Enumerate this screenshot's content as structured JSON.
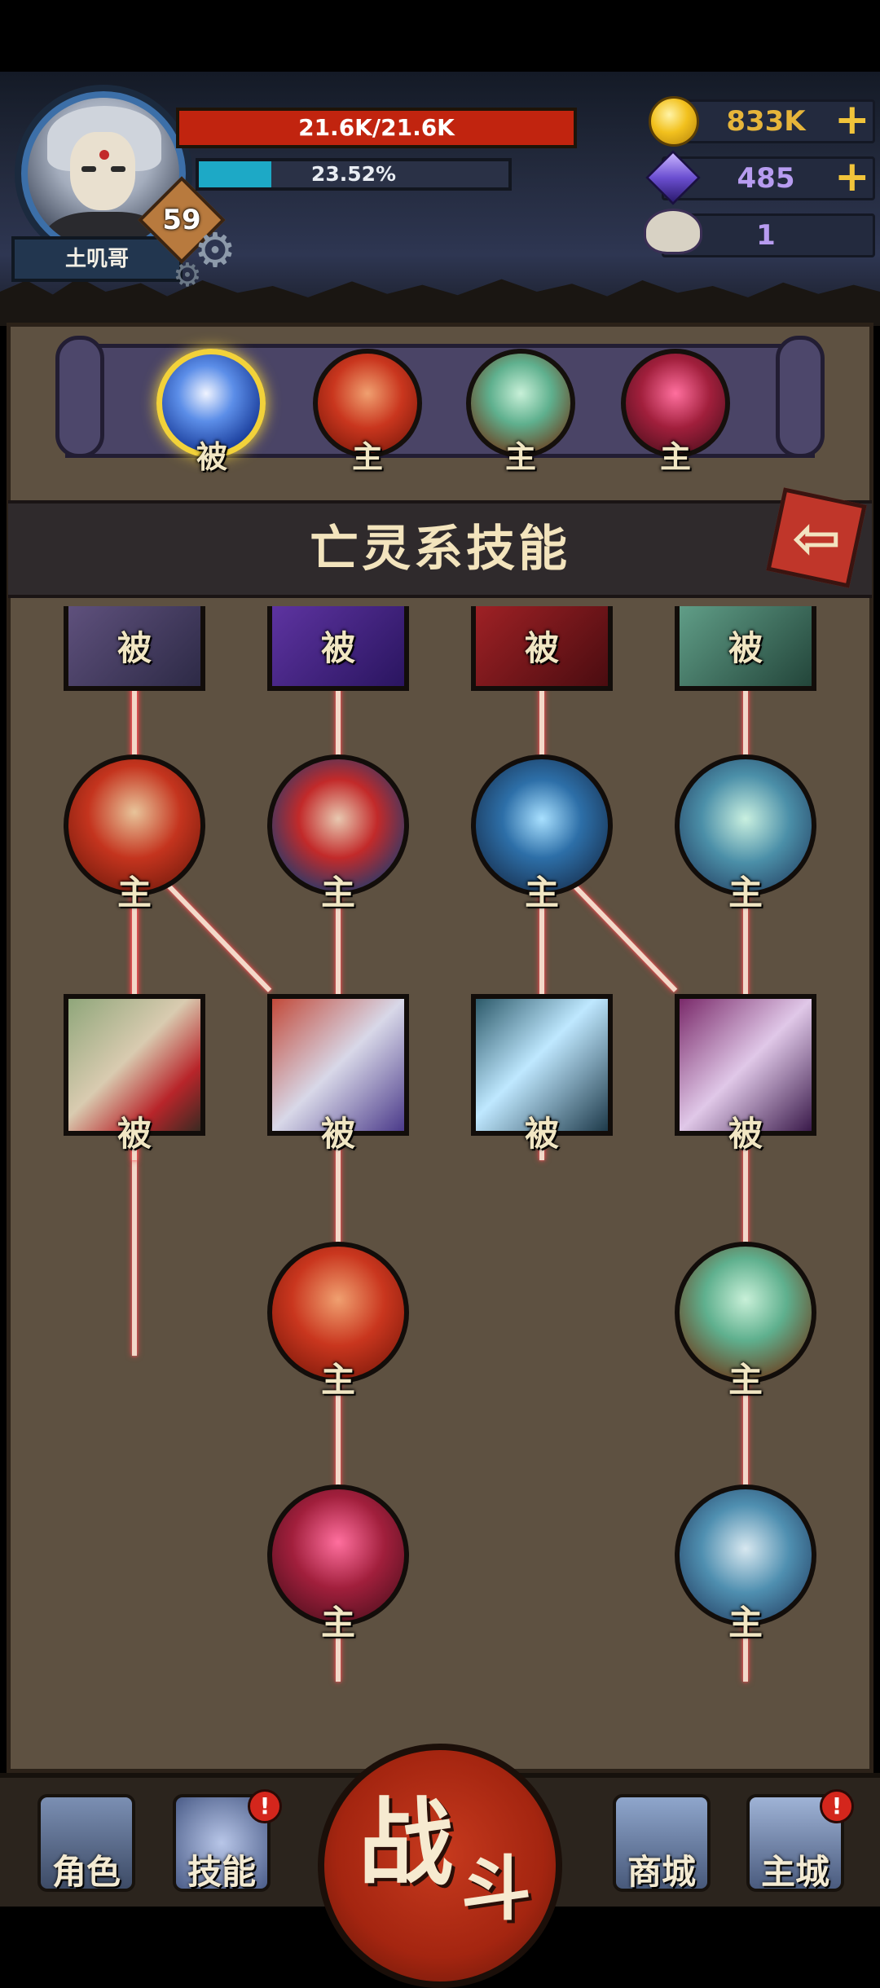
{
  "player": {
    "name": "土叽哥",
    "level": "59",
    "hp_text": "21.6K/21.6K",
    "xp_text": "23.52%",
    "xp_fraction": 0.2352
  },
  "resources": [
    {
      "icon": "gold-coin-icon",
      "value": "833K",
      "color": "#e6b53a",
      "has_plus": true
    },
    {
      "icon": "purple-crystal-icon",
      "value": "485",
      "color": "#b79cf0",
      "has_plus": true
    },
    {
      "icon": "ram-skull-icon",
      "value": "1",
      "color": "#b79cf0",
      "has_plus": false
    }
  ],
  "plus_symbol": "+",
  "tabs": [
    {
      "label": "被",
      "selected": true,
      "icon": "blue-vortex-icon"
    },
    {
      "label": "主",
      "selected": false,
      "icon": "red-spikes-icon"
    },
    {
      "label": "主",
      "selected": false,
      "icon": "green-swirl-icon"
    },
    {
      "label": "主",
      "selected": false,
      "icon": "pink-demon-icon"
    }
  ],
  "title": "亡灵系技能",
  "skill_tree": {
    "row0": [
      "被",
      "被",
      "被",
      "被"
    ],
    "row1": [
      "主",
      "主",
      "主",
      "主"
    ],
    "row2": [
      "被",
      "被",
      "被",
      "被"
    ],
    "row3": [
      "主",
      "主"
    ],
    "row4": [
      "主",
      "主"
    ]
  },
  "nav": {
    "role_label": "角色",
    "skill_label": "技能",
    "fight_char1": "战",
    "fight_char2": "斗",
    "shop_label": "商城",
    "city_label": "主城",
    "alert_symbol": "!"
  },
  "colors": {
    "hp": "#c1240f",
    "xp": "#1da9c6",
    "gold": "#f1c43a",
    "link_glow": "#e8454a"
  }
}
